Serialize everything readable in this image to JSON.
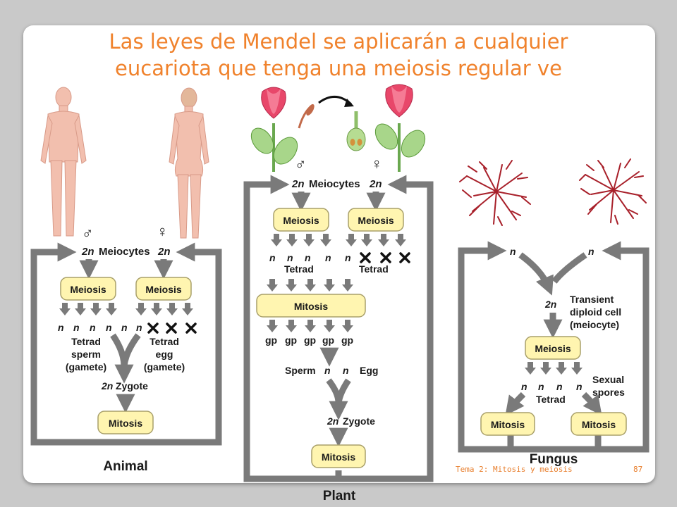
{
  "slide": {
    "title_line1": "Las leyes de Mendel se aplicarán a cualquier",
    "title_line2": "eucariota que tenga una meiosis regular ve",
    "footer_left": "Tema 2: Mitosis y meiosis",
    "footer_page": "87"
  },
  "symbols": {
    "male": "♂",
    "female": "♀"
  },
  "animal": {
    "label": "Animal",
    "meiocytes_left": "2n",
    "meiocytes_mid": "Meiocytes",
    "meiocytes_right": "2n",
    "meiosis": "Meiosis",
    "n": "n",
    "tetrad_sperm": [
      "Tetrad",
      "sperm",
      "(gamete)"
    ],
    "tetrad_egg": [
      "Tetrad",
      "egg",
      "(gamete)"
    ],
    "zygote_n": "2n",
    "zygote": "Zygote",
    "mitosis": "Mitosis"
  },
  "plant": {
    "label": "Plant",
    "meiocytes_left": "2n",
    "meiocytes_mid": "Meiocytes",
    "meiocytes_right": "2n",
    "meiosis": "Meiosis",
    "n": "n",
    "tetrad": "Tetrad",
    "mitosis": "Mitosis",
    "gp": "gp",
    "sperm": "Sperm",
    "egg": "Egg",
    "zygote_n": "2n",
    "zygote": "Zygote"
  },
  "fungus": {
    "label": "Fungus",
    "n": "n",
    "two_n": "2n",
    "transient": [
      "Transient",
      "diploid cell",
      "(meiocyte)"
    ],
    "meiosis": "Meiosis",
    "tetrad": "Tetrad",
    "sexual_spores": [
      "Sexual",
      "spores"
    ],
    "mitosis": "Mitosis"
  },
  "colors": {
    "title": "#f0822c",
    "box_fill": "#fff5b0",
    "arrow_gray": "#7a7a7a",
    "hypha_red": "#a8202a",
    "skin": "#f4c0b0"
  }
}
